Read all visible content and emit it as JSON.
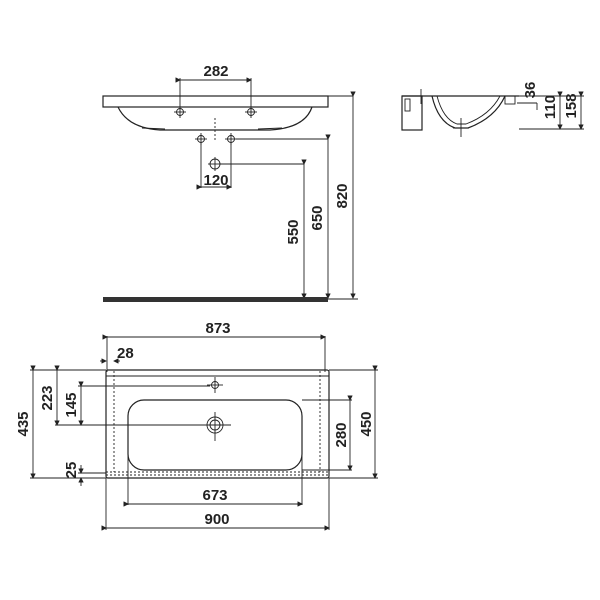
{
  "drawing": {
    "title": "Washbasin technical drawing",
    "units": "mm",
    "front_view": {
      "dimensions": {
        "tap_hole_spacing": "282",
        "waste_spacing": "120",
        "height_550": "550",
        "height_650": "650",
        "height_820": "820"
      }
    },
    "side_view": {
      "dimensions": {
        "top_thickness": "36",
        "bowl_depth": "110",
        "total_height": "158"
      }
    },
    "top_view": {
      "dimensions": {
        "inner_width": "873",
        "edge_offset": "28",
        "tap_hole_from_back": "223",
        "drain_from_back": "145",
        "total_depth": "435",
        "front_offset": "25",
        "bowl_depth": "280",
        "outer_depth": "450",
        "bowl_width": "673",
        "total_width": "900"
      }
    }
  }
}
